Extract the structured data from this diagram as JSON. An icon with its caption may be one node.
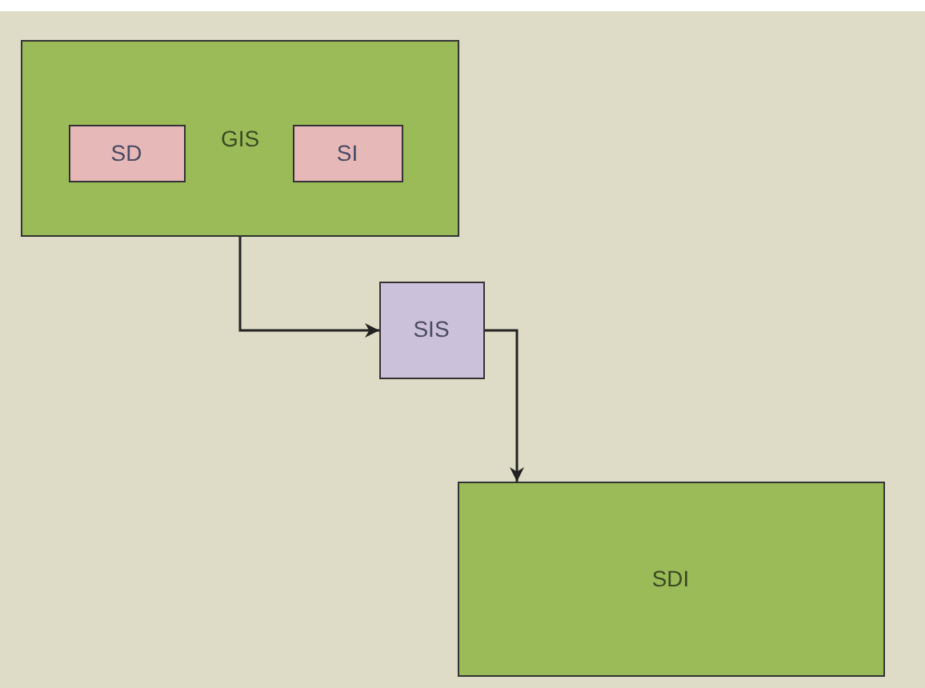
{
  "diagram": {
    "nodes": [
      {
        "text": [
          "GIS"
        ]
      },
      {
        "text": [
          "SD"
        ],
        "in": 0
      },
      {
        "text": [
          "SI"
        ],
        "in": 0
      },
      {
        "text": [
          "SIS"
        ]
      },
      {
        "text": [
          "SDI"
        ]
      }
    ],
    "edges": [
      {
        "from": 0,
        "to": 3,
        "arrow": "to"
      },
      {
        "from": 3,
        "to": 4,
        "arrow": "to"
      }
    ]
  }
}
